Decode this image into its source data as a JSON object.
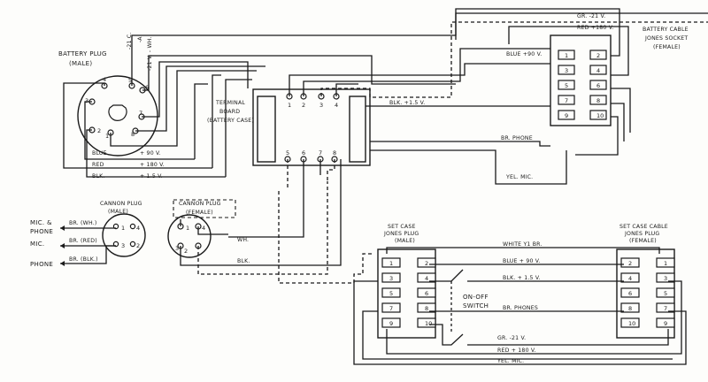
{
  "battery_plug": {
    "title_1": "BATTERY PLUG",
    "title_2": "(MALE)",
    "pins": [
      "4",
      "5",
      "6",
      "3",
      "7",
      "2",
      "1",
      "8"
    ],
    "top_wires": [
      "-21 C.",
      "-A",
      "-21 V. - WH."
    ],
    "wires": [
      "BLUE",
      "+ 90 V.",
      "RED",
      "+ 180 V.",
      "BLK.",
      "+ 1.5 V."
    ]
  },
  "terminal_board": {
    "title": [
      "TERMINAL",
      "BOARD",
      "(BATTERY CASE)"
    ],
    "top_pins": [
      "1",
      "2",
      "3",
      "4"
    ],
    "bottom_pins": [
      "5",
      "6",
      "7",
      "8"
    ]
  },
  "battery_socket": {
    "title": [
      "BATTERY CABLE",
      "JONES SOCKET",
      "(FEMALE)"
    ],
    "pins": [
      "1",
      "2",
      "3",
      "4",
      "5",
      "6",
      "7",
      "8",
      "9",
      "10"
    ]
  },
  "top_wires": {
    "gr": "GR. -21 V.",
    "red": "RED +180 V.",
    "blue": "BLUE +90 V.",
    "blk": "BLK. +1.5 V.",
    "br": "BR. PHONE",
    "yel": "YEL. MIC."
  },
  "cannon_male": {
    "title": [
      "CANNON PLUG",
      "(MALE)"
    ],
    "pins": [
      "1",
      "4",
      "3",
      "2"
    ]
  },
  "cannon_female": {
    "title": [
      "CANNON PLUG",
      "(FEMALE)"
    ],
    "pins": [
      "1",
      "4",
      "3",
      "2"
    ]
  },
  "left_leads": {
    "mic_phone_1": "MIC. &",
    "mic_phone_2": "PHONE",
    "mic": "MIC.",
    "phone": "PHONE",
    "br_wh": "BR. (WH.)",
    "br_red": "BR. (RED)",
    "br_blk": "BR. (BLK.)",
    "wh": "WH.",
    "blk": "BLK."
  },
  "set_case_plug": {
    "title": [
      "SET CASE",
      "JONES PLUG",
      "(MALE)"
    ],
    "pins": [
      "1",
      "2",
      "3",
      "4",
      "5",
      "6",
      "7",
      "8",
      "9",
      "10"
    ]
  },
  "set_case_cable": {
    "title": [
      "SET CASE CABLE",
      "JONES PLUG",
      "(FEMALE)"
    ],
    "pins": [
      "2",
      "1",
      "4",
      "3",
      "6",
      "5",
      "8",
      "7",
      "10",
      "9"
    ]
  },
  "bottom_wires": {
    "white": "WHITE Y1 BR.",
    "blue": "BLUE + 90 V.",
    "blk": "BLK. + 1.5 V.",
    "br": "BR. PHONES",
    "gr": "GR. -21 V.",
    "red": "RED + 180 V.",
    "yel": "YEL. MIC."
  },
  "switch": {
    "line1": "ON-OFF",
    "line2": "SWITCH"
  }
}
